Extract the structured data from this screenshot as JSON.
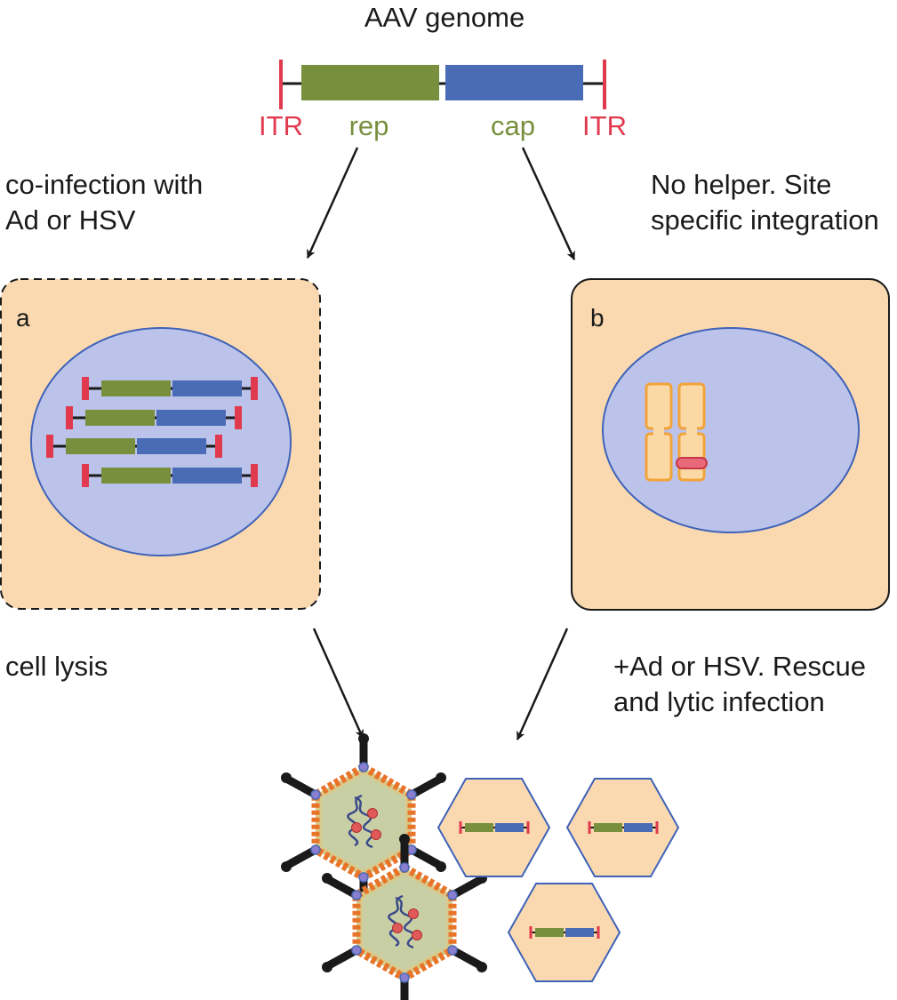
{
  "title": "AAV genome",
  "genome": {
    "itr_left": "ITR",
    "rep": "rep",
    "cap": "cap",
    "itr_right": "ITR"
  },
  "captions": {
    "left_top_line1": "co-infection with",
    "left_top_line2": "Ad or HSV",
    "right_top_line1": "No helper. Site",
    "right_top_line2": "specific integration",
    "left_bottom": "cell lysis",
    "right_bottom_line1": "+Ad or HSV. Rescue",
    "right_bottom_line2": "and lytic infection"
  },
  "panels": {
    "a": "a",
    "b": "b"
  },
  "colors": {
    "itr": "#e03a4e",
    "rep": "#78903e",
    "cap": "#4a6bb5",
    "cell_fill": "#fad9b0",
    "nucleus_fill": "#bcc3ea",
    "nucleus_stroke": "#3f62b8",
    "chromosome_fill": "#fbd9a5",
    "chromosome_stroke": "#f2a33a",
    "text_green": "#78903e",
    "text_red": "#e03a4e"
  }
}
